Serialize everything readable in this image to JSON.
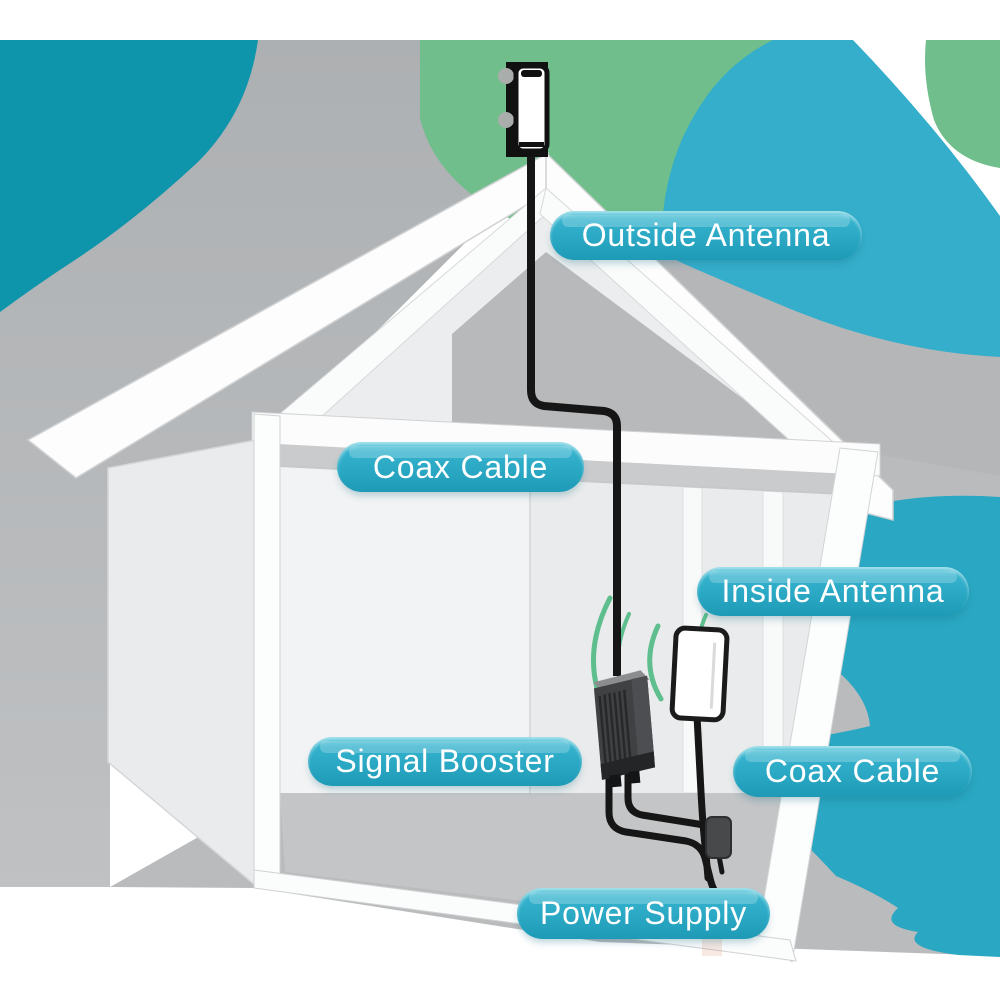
{
  "diagram": {
    "labels": {
      "outside_antenna": "Outside Antenna",
      "coax_cable_outside": "Coax Cable",
      "inside_antenna": "Inside Antenna",
      "signal_booster": "Signal Booster",
      "coax_cable_inside": "Coax Cable",
      "power_supply": "Power Supply"
    },
    "colors": {
      "label_pill_teal": "#29A7C3",
      "blob_teal_dark": "#0E95AC",
      "blob_teal_light": "#35AECB",
      "blob_teal_right": "#2AA7C2",
      "blob_green": "#6FBE8B",
      "signal_wave_green": "#5EBE8D",
      "house_gray": "#B3B5B7",
      "cable_black": "#161616"
    }
  }
}
